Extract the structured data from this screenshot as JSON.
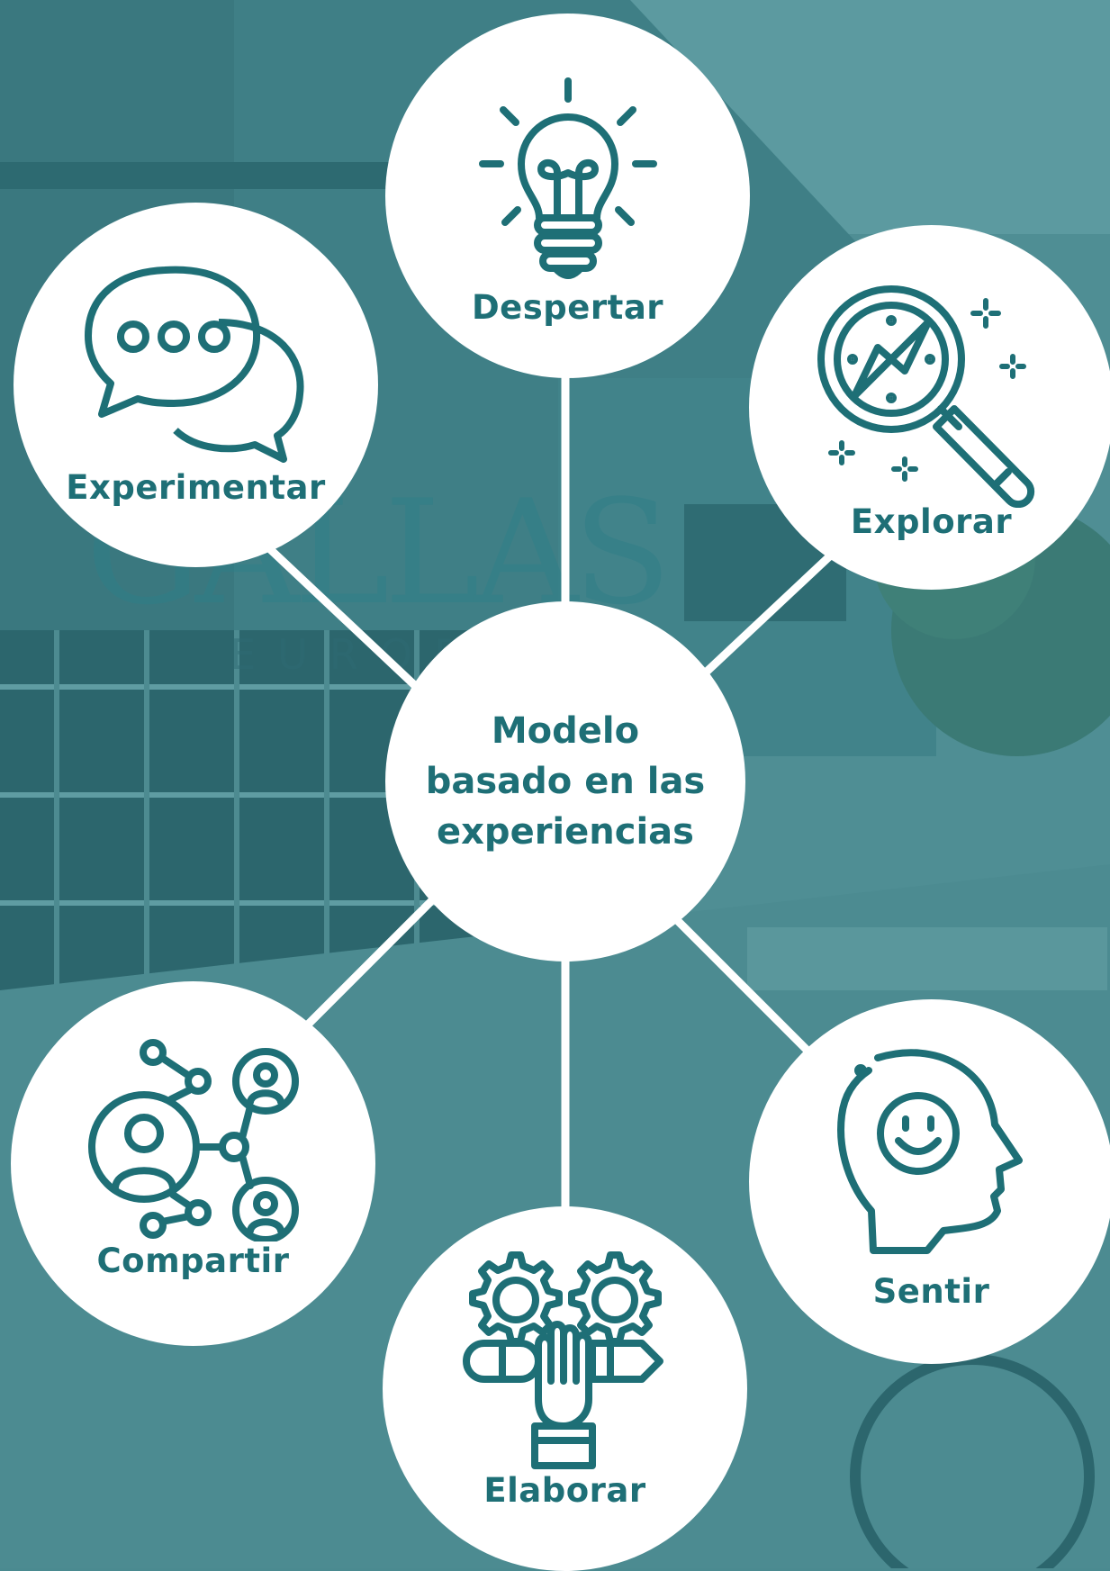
{
  "background": {
    "base_color": "#4a8a90",
    "overlay_color": "#1f7a82",
    "building_sign": "GALLAS",
    "building_sign_sub": "EUROPA"
  },
  "colors": {
    "accent": "#1e6f76",
    "node_fill": "#ffffff",
    "connector": "#ffffff"
  },
  "center": {
    "line1": "Modelo",
    "line2": "basado en las",
    "line3": "experiencias"
  },
  "nodes": {
    "despertar": {
      "label": "Despertar",
      "icon": "lightbulb-icon"
    },
    "experimentar": {
      "label": "Experimentar",
      "icon": "chat-bubbles-icon"
    },
    "explorar": {
      "label": "Explorar",
      "icon": "magnifier-compass-icon"
    },
    "compartir": {
      "label": "Compartir",
      "icon": "network-people-icon"
    },
    "sentir": {
      "label": "Sentir",
      "icon": "happy-head-icon"
    },
    "elaborar": {
      "label": "Elaborar",
      "icon": "hand-gears-icon"
    }
  }
}
